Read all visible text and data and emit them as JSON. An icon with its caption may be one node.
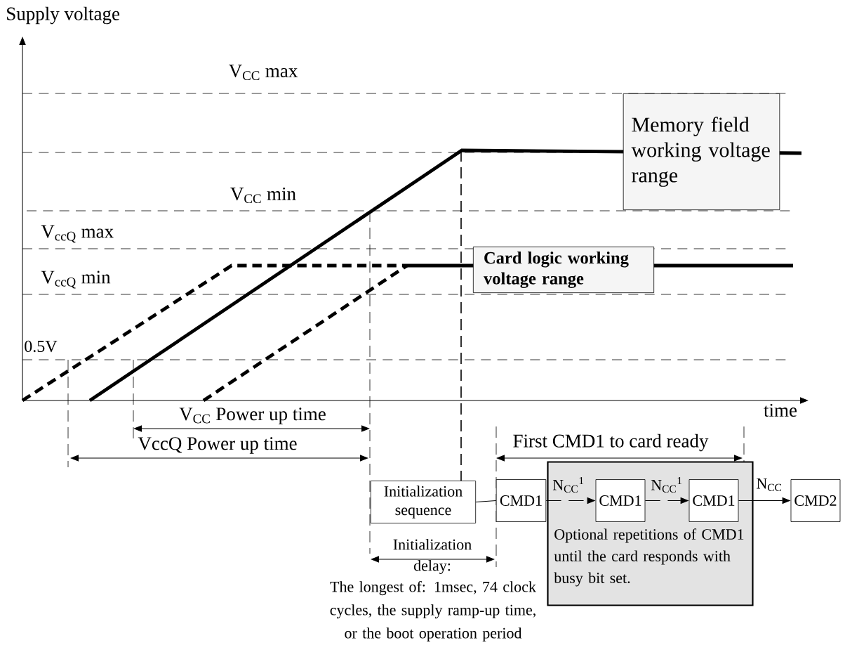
{
  "diagram": {
    "nodes": [
      {
        "text": [
          "Memory field working voltage range"
        ]
      },
      {
        "text": [
          "Card logic working voltage range"
        ]
      },
      {
        "text": [
          "Initialization sequence"
        ]
      },
      {
        "text": [
          "CMD1"
        ]
      },
      {
        "text": [
          "Optional repetitions of CMD1 until the card responds with busy bit set."
        ]
      },
      {
        "text": [
          "CMD1"
        ],
        "in": 4
      },
      {
        "text": [
          "CMD1"
        ],
        "in": 4
      },
      {
        "text": [
          "CMD2"
        ]
      }
    ],
    "edges": [
      {
        "from": 2,
        "to": 3,
        "arrow": "none"
      },
      {
        "from": 3,
        "to": 5,
        "arrow": "to",
        "label": "N$_{CC}$$^{1}$",
        "style": "dashed"
      },
      {
        "from": 5,
        "to": 6,
        "arrow": "to",
        "label": "N$_{CC}$$^{1}$",
        "style": "dashed"
      },
      {
        "from": 6,
        "to": 7,
        "arrow": "to",
        "label": "N$_{CC}$"
      }
    ],
    "labels": [
      "Supply voltage",
      "V$_{CC}$ max",
      "V$_{CC}$ min",
      "V$_{ccQ}$ max",
      "V$_{ccQ}$ min",
      "0.5V",
      "time",
      "V$_{CC}$ Power up time",
      "VccQ Power up time",
      "First CMD1 to card ready",
      "Initialization delay:",
      "The longest of: 1msec, 74 clock cycles, the supply ramp-up time, or the boot operation period"
    ]
  }
}
